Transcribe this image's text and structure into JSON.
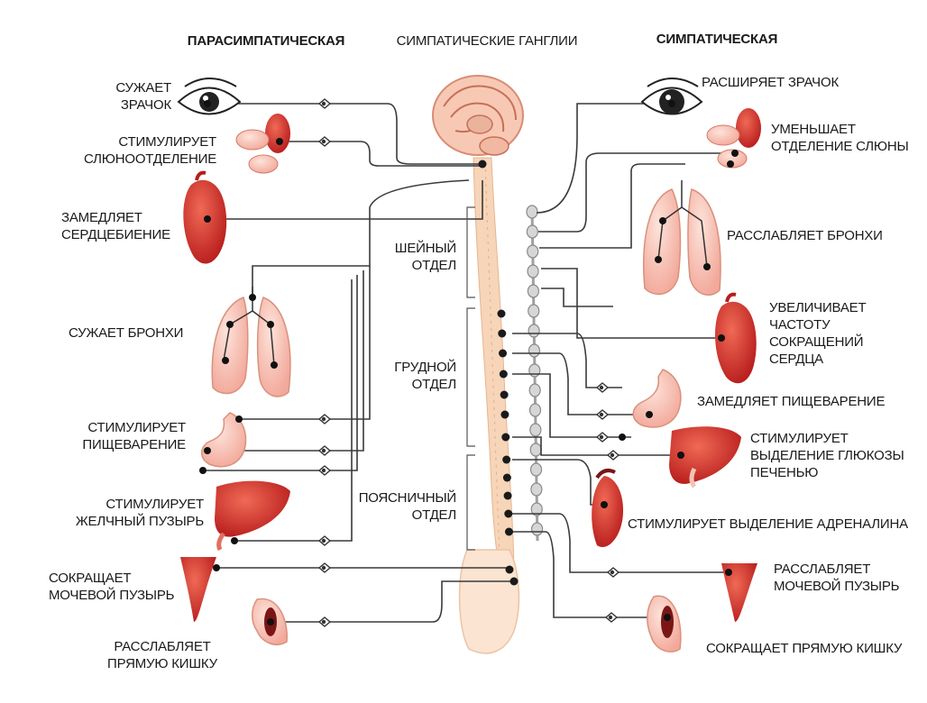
{
  "headers": {
    "parasympathetic": "ПАРАСИМПАТИЧЕСКАЯ",
    "ganglia": "СИМПАТИЧЕСКИЕ ГАНГЛИИ",
    "sympathetic": "СИМПАТИЧЕСКАЯ"
  },
  "sections": {
    "cervical": "ШЕЙНЫЙ\nОТДЕЛ",
    "thoracic": "ГРУДНОЙ\nОТДЕЛ",
    "lumbar": "ПОЯСНИЧНЫЙ\nОТДЕЛ"
  },
  "parasympathetic_effects": [
    "СУЖАЕТ\nЗРАЧОК",
    "СТИМУЛИРУЕТ\nСЛЮНООТДЕЛЕНИЕ",
    "ЗАМЕДЛЯЕТ\nСЕРДЦЕБИЕНИЕ",
    "СУЖАЕТ БРОНХИ",
    "СТИМУЛИРУЕТ\nПИЩЕВАРЕНИЕ",
    "СТИМУЛИРУЕТ\nЖЕЛЧНЫЙ ПУЗЫРЬ",
    "СОКРАЩАЕТ\nМОЧЕВОЙ ПУЗЫРЬ",
    "РАССЛАБЛЯЕТ\nПРЯМУЮ КИШКУ"
  ],
  "sympathetic_effects": [
    "РАСШИРЯЕТ ЗРАЧОК",
    "УМЕНЬШАЕТ\nОТДЕЛЕНИЕ СЛЮНЫ",
    "РАССЛАБЛЯЕТ БРОНХИ",
    "УВЕЛИЧИВАЕТ\nЧАСТОТУ\nСОКРАЩЕНИЙ\nСЕРДЦА",
    "ЗАМЕДЛЯЕТ ПИЩЕВАРЕНИЕ",
    "СТИМУЛИРУЕТ\nВЫДЕЛЕНИЕ ГЛЮКОЗЫ\nПЕЧЕНЬЮ",
    "СТИМУЛИРУЕТ ВЫДЕЛЕНИЕ АДРЕНАЛИНА",
    "РАССЛАБЛЯЕТ\nМОЧЕВОЙ ПУЗЫРЬ",
    "СОКРАЩАЕТ ПРЯМУЮ КИШКУ"
  ],
  "colors": {
    "organ_red": "#c62828",
    "organ_pink": "#f0a394",
    "spine_tan": "#f4c9a8",
    "nerve_line": "#333333",
    "ganglion_gray": "#bdbdbd"
  }
}
